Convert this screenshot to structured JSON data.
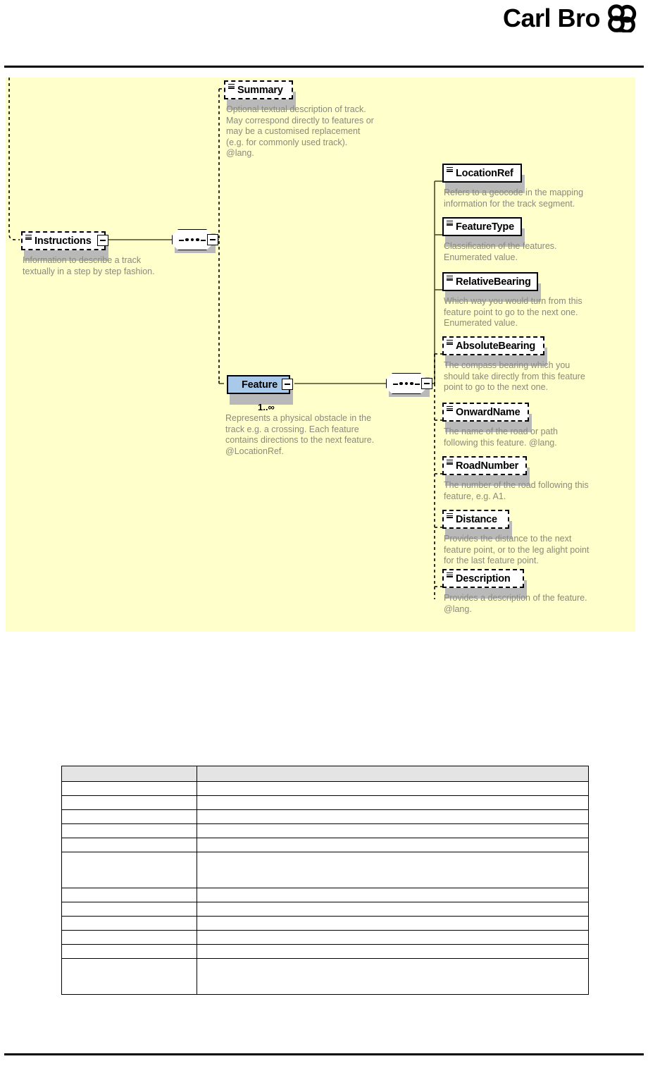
{
  "header": {
    "brand": "Carl Bro",
    "logo_icon": "carl-bro-infinity-logo"
  },
  "diagram": {
    "type": "xsd-schema-tree",
    "background_color": "#ffffcc",
    "root": {
      "name": "Instructions",
      "border": "dashed",
      "annotation": "Information to describe a track\ntextually in a step by step fashion."
    },
    "children": [
      {
        "name": "Summary",
        "border": "dashed",
        "annotation": "Optional textual description of track.\nMay correspond directly to features or\nmay be a customised replacement\n(e.g. for commonly used track).\n@lang."
      },
      {
        "name": "Feature",
        "border": "solid",
        "style": "complex",
        "cardinality": "1..∞",
        "annotation": "Represents a physical obstacle in the\ntrack e.g. a crossing. Each feature\ncontains directions to the next feature.\n@LocationRef."
      }
    ],
    "feature_children": [
      {
        "name": "LocationRef",
        "border": "solid",
        "annotation": "Refers to a geocode in the mapping\ninformation for the track segment."
      },
      {
        "name": "FeatureType",
        "border": "solid",
        "annotation": "Classification of the features.\nEnumerated value."
      },
      {
        "name": "RelativeBearing",
        "border": "solid",
        "annotation": "Which way you would turn from this\nfeature point to go to the next one.\nEnumerated value."
      },
      {
        "name": "AbsoluteBearing",
        "border": "dashed",
        "annotation": "The compass bearing which you\nshould take directly from this feature\npoint to go to the next one."
      },
      {
        "name": "OnwardName",
        "border": "dashed",
        "annotation": "The name of the road or path\nfollowing this feature. @lang."
      },
      {
        "name": "RoadNumber",
        "border": "dashed",
        "annotation": "The number of the road following this\nfeature, e.g. A1."
      },
      {
        "name": "Distance",
        "border": "dashed",
        "annotation": "Provides the distance to the next\nfeature point, or to the leg alight point\nfor the last feature point."
      },
      {
        "name": "Description",
        "border": "dashed",
        "annotation": "Provides a description of the feature.\n@lang."
      }
    ]
  },
  "table": {
    "header_background": "#e4e4e4",
    "columns": [
      "",
      ""
    ],
    "rows": [
      {
        "cells": [
          "",
          ""
        ],
        "tall": false
      },
      {
        "cells": [
          "",
          ""
        ],
        "tall": false
      },
      {
        "cells": [
          "",
          ""
        ],
        "tall": false
      },
      {
        "cells": [
          "",
          ""
        ],
        "tall": false
      },
      {
        "cells": [
          "",
          ""
        ],
        "tall": false
      },
      {
        "cells": [
          "",
          ""
        ],
        "tall": true
      },
      {
        "cells": [
          "",
          ""
        ],
        "tall": false
      },
      {
        "cells": [
          "",
          ""
        ],
        "tall": false
      },
      {
        "cells": [
          "",
          ""
        ],
        "tall": false
      },
      {
        "cells": [
          "",
          ""
        ],
        "tall": false
      },
      {
        "cells": [
          "",
          ""
        ],
        "tall": false
      },
      {
        "cells": [
          "",
          ""
        ],
        "tall": true
      }
    ]
  }
}
